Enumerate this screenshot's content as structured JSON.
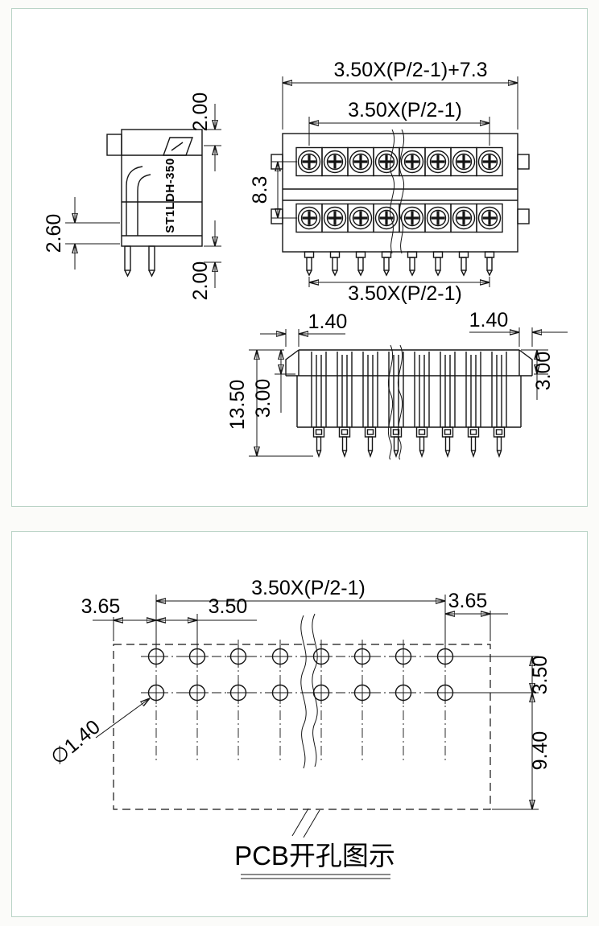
{
  "sheet": {
    "background": "#fbfbf9",
    "panel_border": "#b9d3c6",
    "line_color": "#151515"
  },
  "panel_top": {
    "side_view": {
      "part_label": "ST1LDH-350",
      "dim_lead_offset": "2.60",
      "dim_top": "2.00",
      "dim_bottom": "2.00"
    },
    "front_view": {
      "dim_overall": "3.50X(P/2-1)+7.3",
      "dim_span_top": "3.50X(P/2-1)",
      "dim_row_pitch": "8.3",
      "dim_span_bottom": "3.50X(P/2-1)",
      "positions_shown": 8,
      "rows": 2
    },
    "bottom_view": {
      "dim_tab_left": "1.40",
      "dim_tab_right": "1.40",
      "dim_height": "13.50",
      "dim_flange_left": "3.00",
      "dim_flange_right": "3.00"
    }
  },
  "panel_pcb": {
    "dim_span": "3.50X(P/2-1)",
    "dim_margin_left": "3.65",
    "dim_pitch": "3.50",
    "dim_margin_right": "3.65",
    "dim_row_pitch": "3.50",
    "dim_bottom_margin": "9.40",
    "dim_hole_diameter": "∅1.40",
    "caption": "PCB开孔图示",
    "holes_per_row": 8,
    "rows": 2
  }
}
